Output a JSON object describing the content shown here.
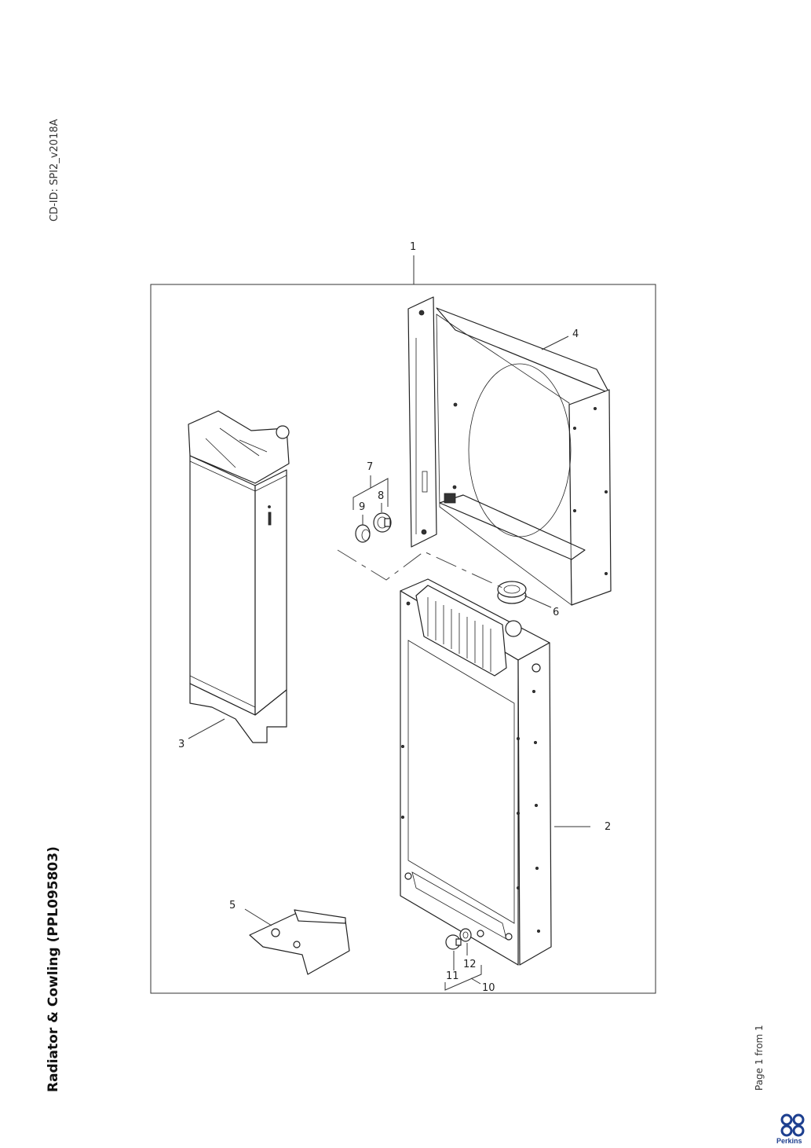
{
  "header": {
    "cd_id": "CD-ID: SPI2_v2018A",
    "title": "Radiator & Cowling (PPL095803)",
    "page_info": "Page 1 from 1"
  },
  "brand": {
    "name": "Perkins",
    "color": "#1d3f8f"
  },
  "callouts": {
    "c1": "1",
    "c2": "2",
    "c3": "3",
    "c4": "4",
    "c5": "5",
    "c6": "6",
    "c7": "7",
    "c8": "8",
    "c9": "9",
    "c10": "10",
    "c11": "11",
    "c12": "12"
  }
}
